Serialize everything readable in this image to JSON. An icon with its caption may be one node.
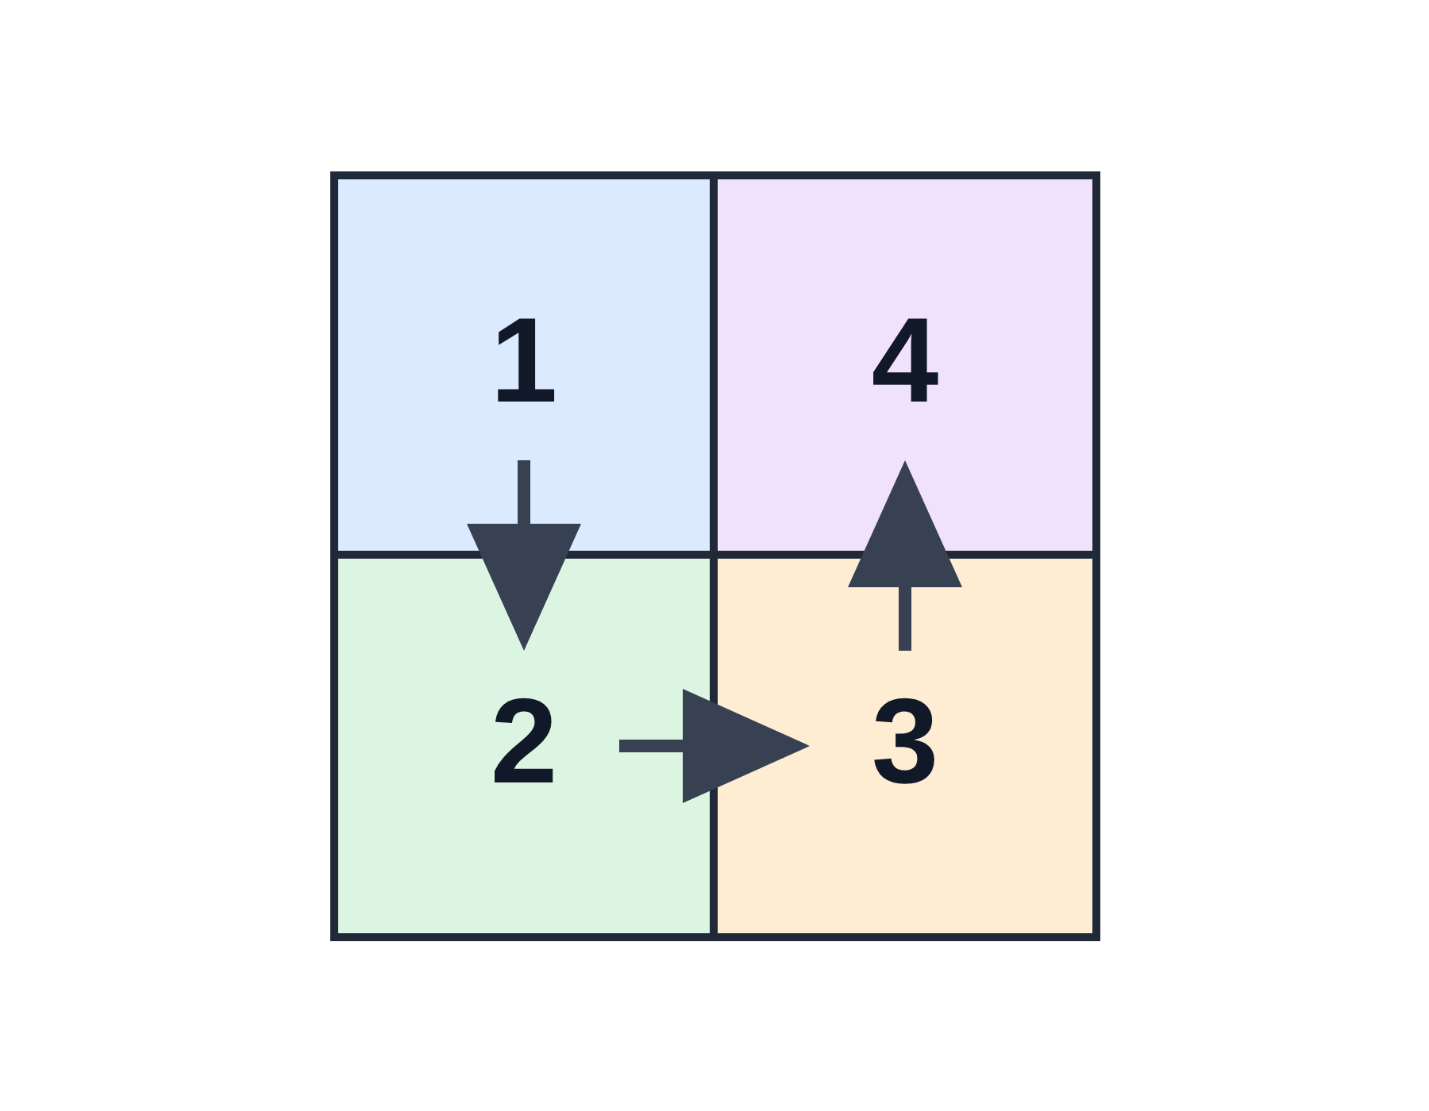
{
  "diagram": {
    "nodes": [
      {
        "text": [
          "1"
        ]
      },
      {
        "text": [
          "4"
        ]
      },
      {
        "text": [
          "2"
        ]
      },
      {
        "text": [
          "3"
        ]
      }
    ],
    "edges": [
      {
        "from": 0,
        "to": 2,
        "arrow": "to"
      },
      {
        "from": 2,
        "to": 3,
        "arrow": "to"
      },
      {
        "from": 3,
        "to": 1,
        "arrow": "to"
      }
    ]
  }
}
